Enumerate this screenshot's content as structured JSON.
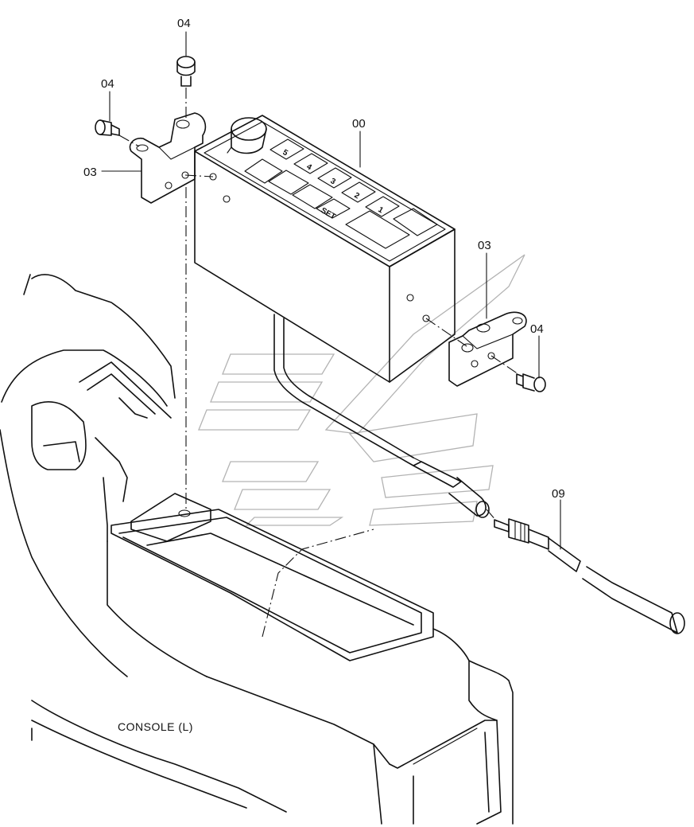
{
  "callouts": {
    "top_bolt": "04",
    "left_bolt": "04",
    "left_bracket": "03",
    "unit": "00",
    "right_bracket": "03",
    "right_bolt": "04",
    "cable": "09"
  },
  "keypad": {
    "keys": [
      "5",
      "4",
      "3",
      "2",
      "1"
    ],
    "set_label": "SET"
  },
  "console_label": "CONSOLE (L)"
}
